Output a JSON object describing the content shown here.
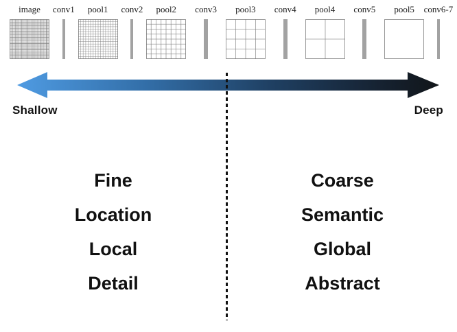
{
  "pipeline": {
    "panels": [
      {
        "label": "image",
        "kind": "grid",
        "divisions": 26,
        "dense": true
      },
      {
        "label": "conv1",
        "kind": "lines",
        "count": 2
      },
      {
        "label": "pool1",
        "kind": "grid",
        "divisions": 16,
        "dense": false
      },
      {
        "label": "conv2",
        "kind": "lines",
        "count": 2
      },
      {
        "label": "pool2",
        "kind": "grid",
        "divisions": 8,
        "dense": false
      },
      {
        "label": "conv3",
        "kind": "lines",
        "count": 3
      },
      {
        "label": "pool3",
        "kind": "grid",
        "divisions": 4,
        "dense": false
      },
      {
        "label": "conv4",
        "kind": "lines",
        "count": 3
      },
      {
        "label": "pool4",
        "kind": "grid",
        "divisions": 2,
        "dense": false
      },
      {
        "label": "conv5",
        "kind": "lines",
        "count": 3
      },
      {
        "label": "pool5",
        "kind": "grid",
        "divisions": 1,
        "dense": false
      },
      {
        "label": "conv6-7",
        "kind": "lines",
        "count": 2
      }
    ],
    "grid_border_color": "#999999",
    "grid_line_color": "#777777",
    "conv_line_color": "#a2a2a2"
  },
  "axis": {
    "left_label": "Shallow",
    "right_label": "Deep",
    "gradient": [
      {
        "offset": 0,
        "color": "#4F9BE2"
      },
      {
        "offset": 0.3,
        "color": "#336FA9"
      },
      {
        "offset": 0.6,
        "color": "#1F4063"
      },
      {
        "offset": 0.85,
        "color": "#162333"
      },
      {
        "offset": 1,
        "color": "#111519"
      }
    ]
  },
  "divider": {
    "style": "dashed",
    "color": "#121212"
  },
  "columns": {
    "left": [
      "Fine",
      "Location",
      "Local",
      "Detail"
    ],
    "right": [
      "Coarse",
      "Semantic",
      "Global",
      "Abstract"
    ]
  }
}
